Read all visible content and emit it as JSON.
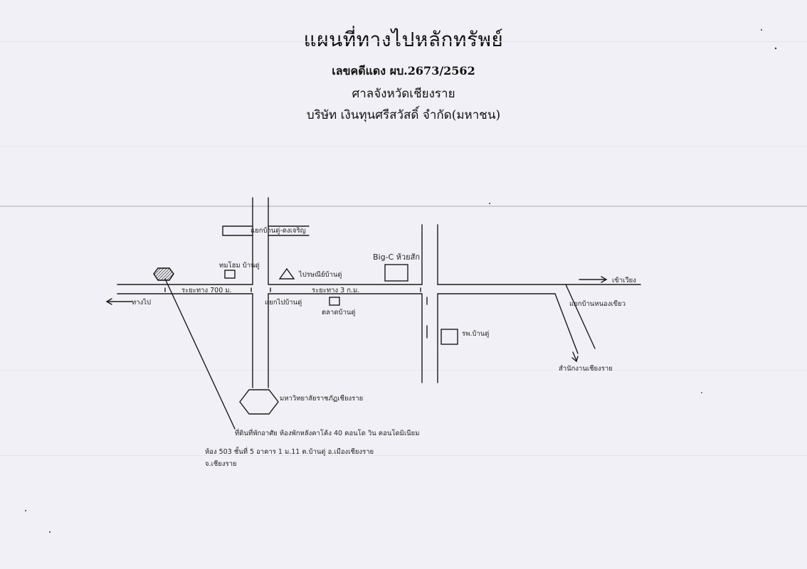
{
  "header": {
    "title": "แผนที่ทางไปหลักทรัพย์",
    "case_number": "เลขคดีแดง ผบ.2673/2562",
    "court": "ศาลจังหวัดเชียงราย",
    "company": "บริษัท เงินทุนศรีสวัสดิ์ จำกัด(มหาชน)"
  },
  "map": {
    "labels": {
      "top_junction": "แยกบ้านดู่-ดงเจริญ",
      "motorcycle_shop": "ทมโฮม บ้านดู่",
      "police_post": "ไปรษณีย์บ้านดู่",
      "big_c": "Big-C ห้วยสัก",
      "to_chiangrai": "เข้าเวียง",
      "to_chiangsaen": "ทางไป",
      "distance_700": "ระยะทาง 700 ม.",
      "distance_3km": "ระยะทาง 3 ก.ม.",
      "side_road": "แยกไปบ้านดู่",
      "market": "ตลาดบ้านดู่",
      "hospital": "รพ.บ้านดู่",
      "right_junction": "แยกบ้านหนองเขียว",
      "to_district": "สำนักงานเชียงราย",
      "university": "มหาวิทยาลัยราชภัฏเชียงราย",
      "property_line1": "ที่ดินที่พักอาศัย ห้องพักหลังคาโค้ง 40 คอนโด วิน คอนโดมิเนียม",
      "property_line2": "ห้อง 503 ชั้นที่ 5 อาคาร 1 ม.11 ต.บ้านดู่ อ.เมืองเชียงราย",
      "property_line3": "จ.เชียงราย"
    }
  }
}
